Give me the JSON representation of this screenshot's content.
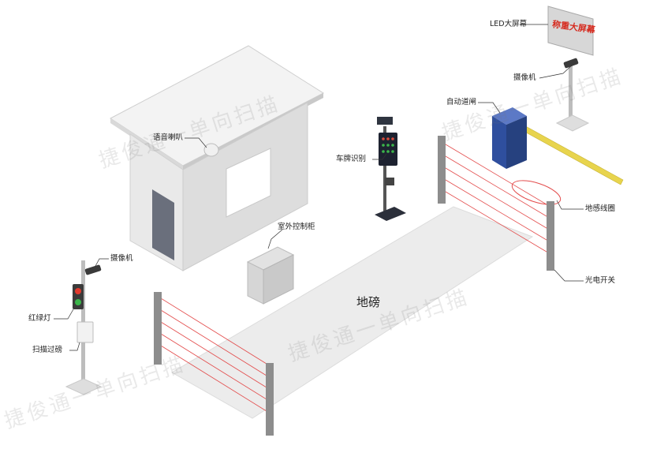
{
  "labels": {
    "led_screen": "LED大屏幕",
    "camera_right": "摄像机",
    "auto_barrier": "自动道闸",
    "plate_recognition": "车牌识别",
    "loop_detector": "地感线圈",
    "photo_switch": "光电开关",
    "voice_speaker": "语音喇叭",
    "outdoor_cabinet": "室外控制柜",
    "camera_left": "摄像机",
    "traffic_light": "红绿灯",
    "scan_weigh": "扫描过磅",
    "weighbridge": "地磅"
  },
  "led_display_text": "称重大屏幕",
  "watermark": [
    "捷俊通一单向扫描",
    "捷俊通一单向扫描",
    "捷俊通一单向扫描",
    "捷俊通一单向扫描"
  ],
  "colors": {
    "barrier_body": "#2f4f9e",
    "barrier_arm": "#e8d44d",
    "beam": "#e34b4b",
    "led_text": "#d62a1e",
    "building_wall": "#e6e6e6",
    "building_roof": "#f4f4f4",
    "door": "#6a6f7c"
  }
}
